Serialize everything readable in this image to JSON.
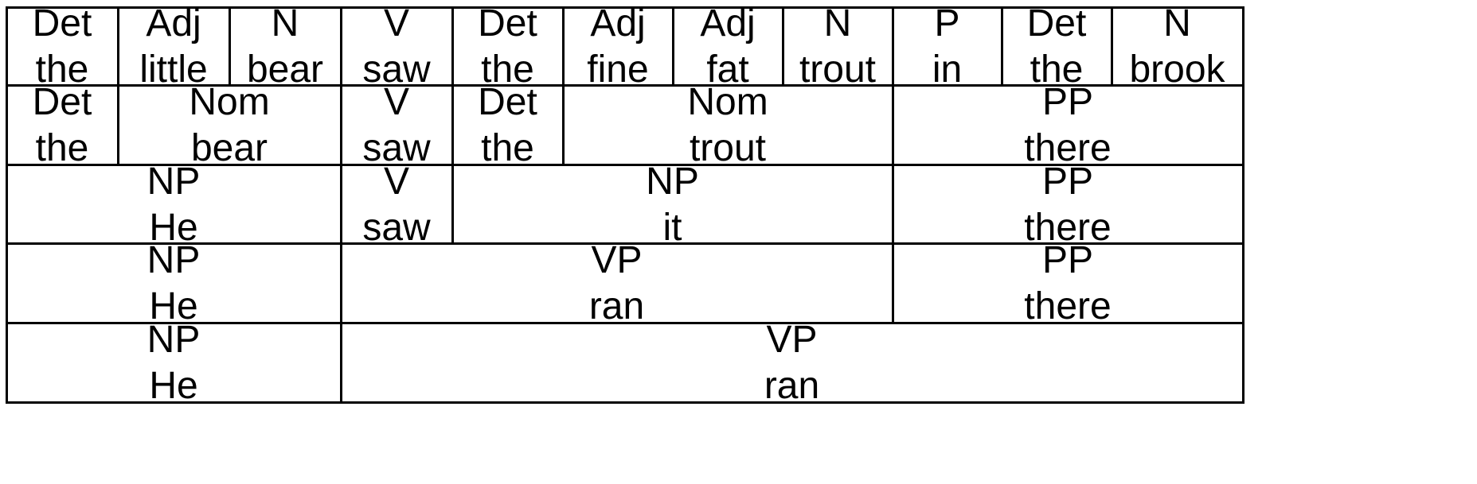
{
  "rows": [
    {
      "cells": [
        {
          "cat": "Det",
          "word": "the"
        },
        {
          "cat": "Adj",
          "word": "little"
        },
        {
          "cat": "N",
          "word": "bear"
        },
        {
          "cat": "V",
          "word": "saw"
        },
        {
          "cat": "Det",
          "word": "the"
        },
        {
          "cat": "Adj",
          "word": "fine"
        },
        {
          "cat": "Adj",
          "word": "fat"
        },
        {
          "cat": "N",
          "word": "trout"
        },
        {
          "cat": "P",
          "word": "in"
        },
        {
          "cat": "Det",
          "word": "the"
        },
        {
          "cat": "N",
          "word": "brook"
        }
      ]
    },
    {
      "cells": [
        {
          "cat": "Det",
          "word": "the"
        },
        {
          "cat": "Nom",
          "word": "bear"
        },
        {
          "cat": "V",
          "word": "saw"
        },
        {
          "cat": "Det",
          "word": "the"
        },
        {
          "cat": "Nom",
          "word": "trout"
        },
        {
          "cat": "PP",
          "word": "there"
        }
      ]
    },
    {
      "cells": [
        {
          "cat": "NP",
          "word": "He"
        },
        {
          "cat": "V",
          "word": "saw"
        },
        {
          "cat": "NP",
          "word": "it"
        },
        {
          "cat": "PP",
          "word": "there"
        }
      ]
    },
    {
      "cells": [
        {
          "cat": "NP",
          "word": "He"
        },
        {
          "cat": "VP",
          "word": "ran"
        },
        {
          "cat": "PP",
          "word": "there"
        }
      ]
    },
    {
      "cells": [
        {
          "cat": "NP",
          "word": "He"
        },
        {
          "cat": "VP",
          "word": "ran"
        }
      ]
    }
  ]
}
